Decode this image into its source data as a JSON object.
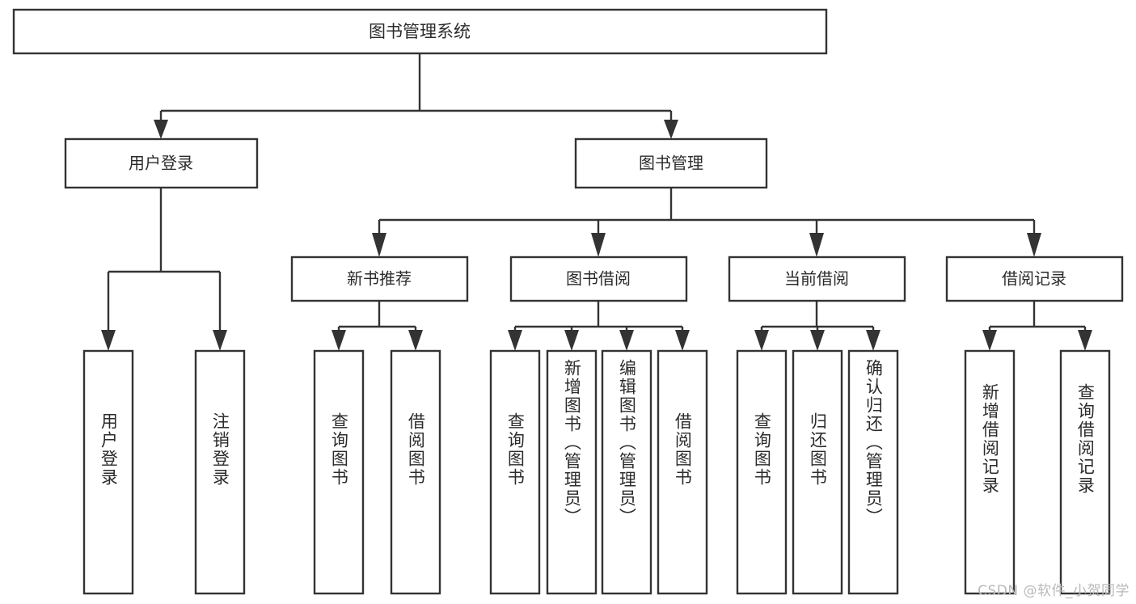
{
  "diagram": {
    "type": "hierarchy-tree",
    "title": "图书管理系统",
    "watermark": "CSDN @软件_小贺同学",
    "colors": {
      "stroke": "#333333",
      "fill": "#ffffff",
      "text": "#2b2b2b",
      "watermark": "#b9b9b9"
    },
    "nodes": {
      "root": {
        "label": "图书管理系统",
        "level": 1
      },
      "login": {
        "label": "用户登录",
        "level": 2
      },
      "book_manage": {
        "label": "图书管理",
        "level": 2
      },
      "new_book_rec": {
        "label": "新书推荐",
        "level": 3
      },
      "book_borrow": {
        "label": "图书借阅",
        "level": 3
      },
      "current_borrow": {
        "label": "当前借阅",
        "level": 3
      },
      "borrow_record": {
        "label": "借阅记录",
        "level": 3
      },
      "leaf_1": {
        "label": "用户登录",
        "level": 4
      },
      "leaf_2": {
        "label": "注销登录",
        "level": 4
      },
      "leaf_3": {
        "label": "查询图书",
        "level": 4
      },
      "leaf_4": {
        "label": "借阅图书",
        "level": 4
      },
      "leaf_5": {
        "label": "查询图书",
        "level": 4
      },
      "leaf_6": {
        "label": "新增图书（管理员）",
        "level": 4
      },
      "leaf_7": {
        "label": "编辑图书（管理员）",
        "level": 4
      },
      "leaf_8": {
        "label": "借阅图书",
        "level": 4
      },
      "leaf_9": {
        "label": "查询图书",
        "level": 4
      },
      "leaf_10": {
        "label": "归还图书",
        "level": 4
      },
      "leaf_11": {
        "label": "确认归还（管理员）",
        "level": 4
      },
      "leaf_12": {
        "label": "新增借阅记录",
        "level": 4
      },
      "leaf_13": {
        "label": "查询借阅记录",
        "level": 4
      }
    },
    "edges": [
      {
        "from": "root",
        "to": "login"
      },
      {
        "from": "root",
        "to": "book_manage"
      },
      {
        "from": "login",
        "to": "leaf_1"
      },
      {
        "from": "login",
        "to": "leaf_2"
      },
      {
        "from": "book_manage",
        "to": "new_book_rec"
      },
      {
        "from": "book_manage",
        "to": "book_borrow"
      },
      {
        "from": "book_manage",
        "to": "current_borrow"
      },
      {
        "from": "book_manage",
        "to": "borrow_record"
      },
      {
        "from": "new_book_rec",
        "to": "leaf_3"
      },
      {
        "from": "new_book_rec",
        "to": "leaf_4"
      },
      {
        "from": "book_borrow",
        "to": "leaf_5"
      },
      {
        "from": "book_borrow",
        "to": "leaf_6"
      },
      {
        "from": "book_borrow",
        "to": "leaf_7"
      },
      {
        "from": "book_borrow",
        "to": "leaf_8"
      },
      {
        "from": "current_borrow",
        "to": "leaf_9"
      },
      {
        "from": "current_borrow",
        "to": "leaf_10"
      },
      {
        "from": "current_borrow",
        "to": "leaf_11"
      },
      {
        "from": "borrow_record",
        "to": "leaf_12"
      },
      {
        "from": "borrow_record",
        "to": "leaf_13"
      }
    ]
  }
}
